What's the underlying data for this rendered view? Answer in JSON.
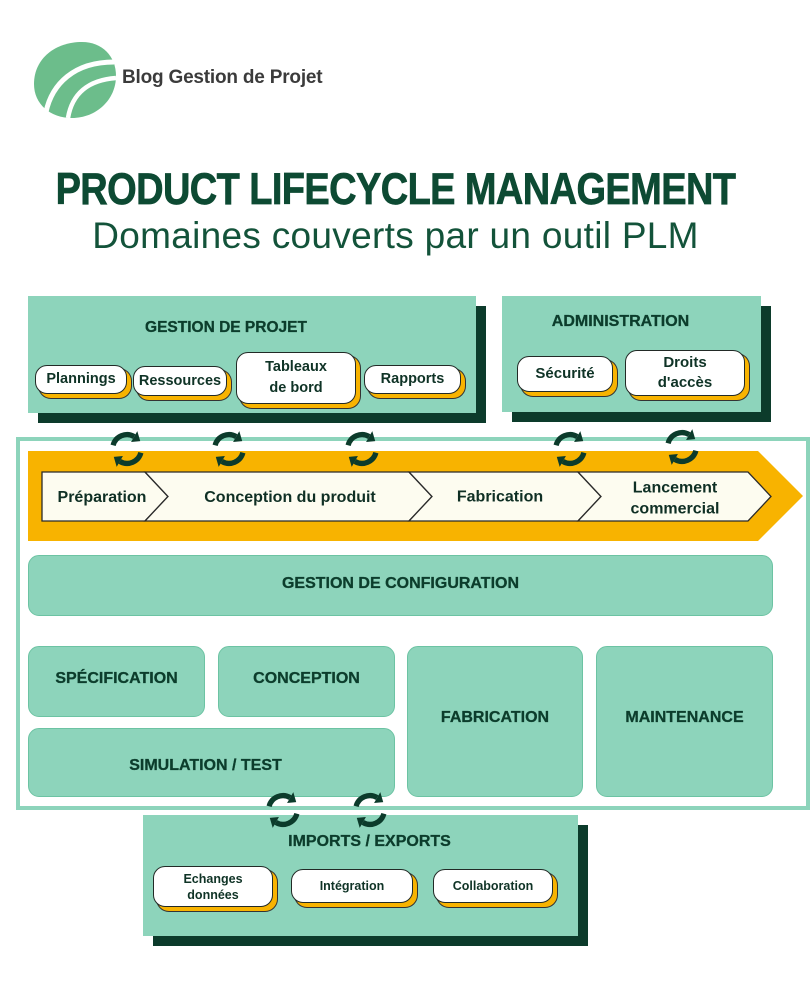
{
  "brand": {
    "name": "Blog Gestion de Projet"
  },
  "header": {
    "title": "PRODUCT LIFECYCLE MANAGEMENT",
    "subtitle": "Domaines couverts par un outil PLM"
  },
  "project_management": {
    "title": "GESTION DE PROJET",
    "items": [
      [
        "Plannings"
      ],
      [
        "Ressources"
      ],
      [
        "Tableaux",
        "de bord"
      ],
      [
        "Rapports"
      ]
    ]
  },
  "administration": {
    "title": "ADMINISTRATION",
    "items": [
      [
        "Sécurité"
      ],
      [
        "Droits",
        "d'accès"
      ]
    ]
  },
  "lifecycle": {
    "stages": [
      [
        "Préparation"
      ],
      [
        "Conception du produit"
      ],
      [
        "Fabrication"
      ],
      [
        "Lancement",
        "commercial"
      ]
    ]
  },
  "configuration": {
    "title": "GESTION DE CONFIGURATION"
  },
  "domains": {
    "specification": "SPÉCIFICATION",
    "conception": "CONCEPTION",
    "simulation": "SIMULATION / TEST",
    "fabrication": "FABRICATION",
    "maintenance": "MAINTENANCE"
  },
  "imports_exports": {
    "title": "IMPORTS / EXPORTS",
    "items": [
      [
        "Echanges",
        "données"
      ],
      [
        "Intégration"
      ],
      [
        "Collaboration"
      ]
    ]
  },
  "icons": {
    "logo": "leaf-logo-icon",
    "connector": "cycle-arrows-icon"
  },
  "colors": {
    "mint": "#8dd4bb",
    "dark": "#0c3b2b",
    "yellow": "#f8b300",
    "cream": "#fdfcf0",
    "logo": "#6cbd8b"
  }
}
